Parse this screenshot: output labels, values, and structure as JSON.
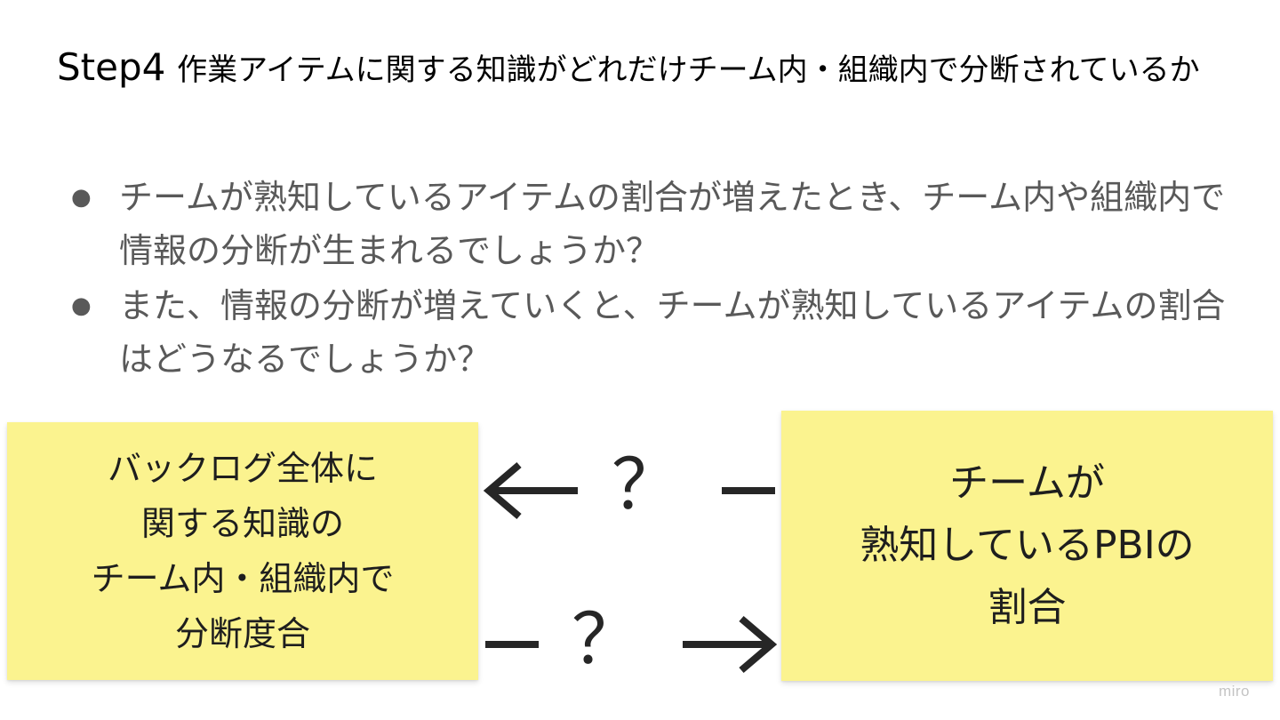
{
  "title": {
    "step": "Step4",
    "text": "作業アイテムに関する知識がどれだけチーム内・組織内で分断されているか"
  },
  "bullets": [
    {
      "marker": "●",
      "text": "チームが熟知しているアイテムの割合が増えたとき、チーム内や組織内で情報の分断が生まれるでしょうか？"
    },
    {
      "marker": "●",
      "text": "また、情報の分断が増えていくと、チームが熟知しているアイテムの割合はどうなるでしょうか？"
    }
  ],
  "diagram": {
    "left_note": "バックログ全体に\n関する知識の\nチーム内・組織内で\n分断度合",
    "right_note": "チームが\n熟知しているPBIの\n割合",
    "top_connector": {
      "label": "？",
      "direction": "to-left"
    },
    "bottom_connector": {
      "label": "？",
      "direction": "to-right"
    }
  },
  "watermark": "miro",
  "colors": {
    "sticky": "#fbf38f",
    "arrow": "#262626",
    "bullet_text": "#595959"
  }
}
